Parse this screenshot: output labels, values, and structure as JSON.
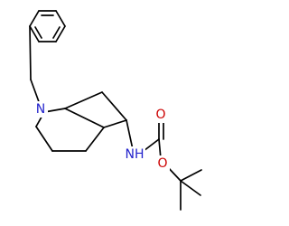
{
  "molecule": {
    "atom_labels": {
      "amine_n": "N",
      "carbamate_n": "NH",
      "carbonyl_o": "O",
      "ester_o": "O"
    },
    "colors": {
      "nitrogen": "#2222cc",
      "oxygen": "#cc0000",
      "bond": "#000000",
      "background": "#ffffff"
    }
  }
}
